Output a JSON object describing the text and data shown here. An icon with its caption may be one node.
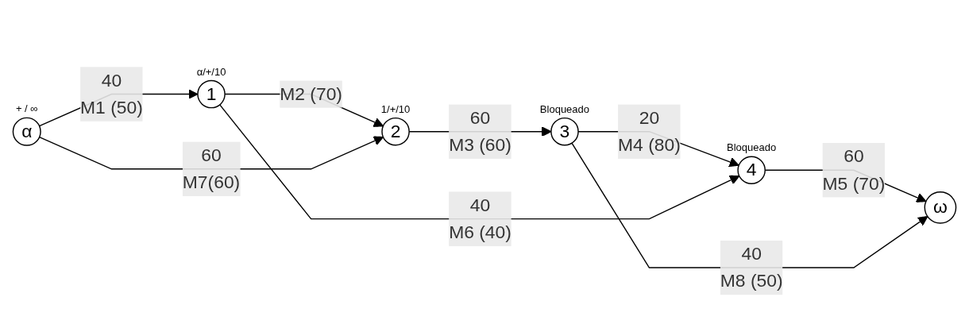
{
  "diagram": {
    "nodes": [
      {
        "text": [
          "α"
        ],
        "beside": [
          "+ / ∞"
        ]
      },
      {
        "text": [
          "1"
        ],
        "beside": [
          "α/+/10"
        ]
      },
      {
        "text": [
          "2"
        ],
        "beside": [
          "1/+/10"
        ]
      },
      {
        "text": [
          "3"
        ],
        "beside": [
          "Bloqueado"
        ]
      },
      {
        "text": [
          "4"
        ],
        "beside": [
          "Bloqueado"
        ]
      },
      {
        "text": [
          "ω"
        ]
      }
    ],
    "edges": [
      {
        "from": 0,
        "to": 1,
        "arrow": "to",
        "label": [
          "40",
          "M1 (50)"
        ]
      },
      {
        "from": 1,
        "to": 2,
        "arrow": "to",
        "label": [
          "M2 (70)"
        ]
      },
      {
        "from": 2,
        "to": 3,
        "arrow": "to",
        "label": [
          "60",
          "M3 (60)"
        ]
      },
      {
        "from": 3,
        "to": 4,
        "arrow": "to",
        "label": [
          "20",
          "M4 (80)"
        ]
      },
      {
        "from": 4,
        "to": 5,
        "arrow": "to",
        "label": [
          "60",
          "M5 (70)"
        ]
      },
      {
        "from": 1,
        "to": 4,
        "arrow": "to",
        "label": [
          "40",
          "M6 (40)"
        ]
      },
      {
        "from": 0,
        "to": 2,
        "arrow": "to",
        "label": [
          "60",
          "M7(60)"
        ]
      },
      {
        "from": 3,
        "to": 5,
        "arrow": "to",
        "label": [
          "40",
          "M8 (50)"
        ]
      }
    ]
  }
}
